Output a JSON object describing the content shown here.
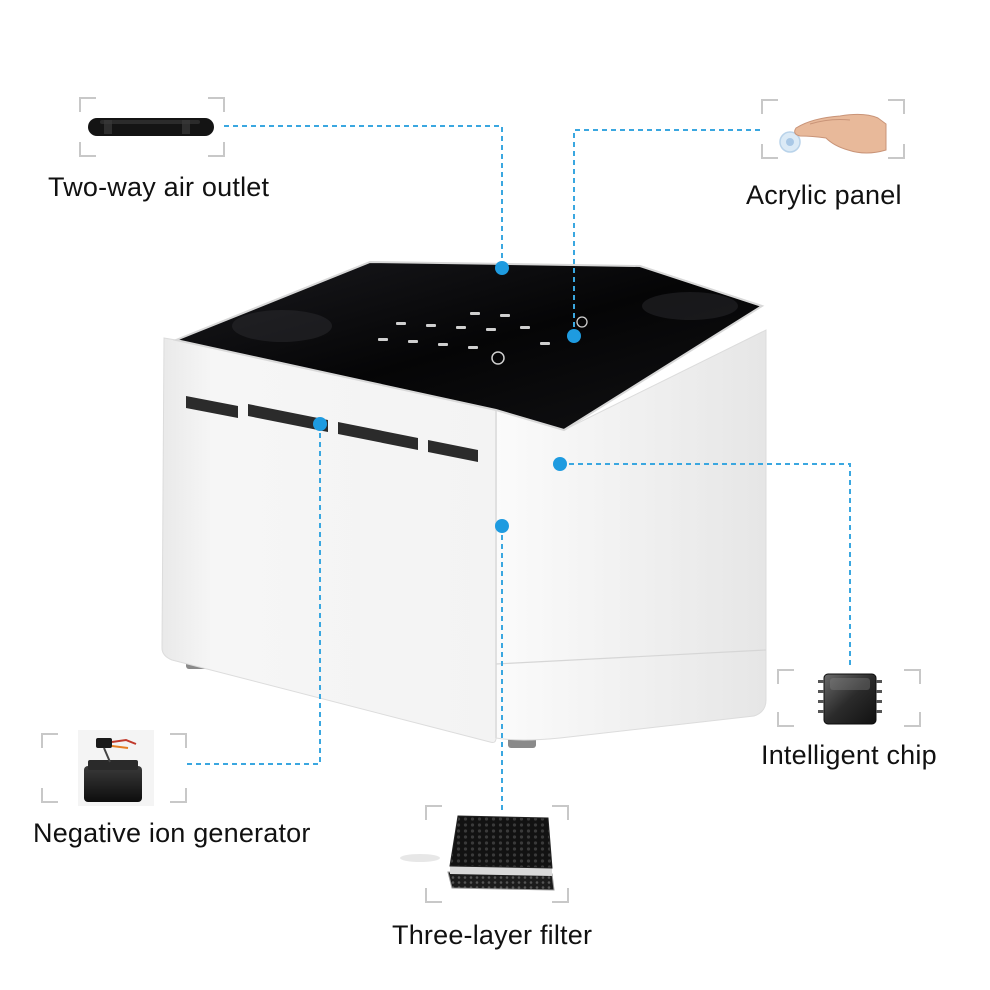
{
  "callouts": {
    "air_outlet": {
      "label": "Two-way air outlet",
      "icon": "slot-vent-icon"
    },
    "acrylic_panel": {
      "label": "Acrylic panel",
      "icon": "touch-finger-icon"
    },
    "intelligent_chip": {
      "label": "Intelligent chip",
      "icon": "chip-icon"
    },
    "ion_generator": {
      "label": "Negative ion generator",
      "icon": "ion-generator-icon"
    },
    "filter": {
      "label": "Three-layer filter",
      "icon": "filter-layers-icon"
    }
  },
  "colors": {
    "leader_line": "#3aa7e0",
    "marker_dot": "#1e9be0",
    "panel_black": "#0b0b0d",
    "body_white": "#f4f4f4"
  }
}
